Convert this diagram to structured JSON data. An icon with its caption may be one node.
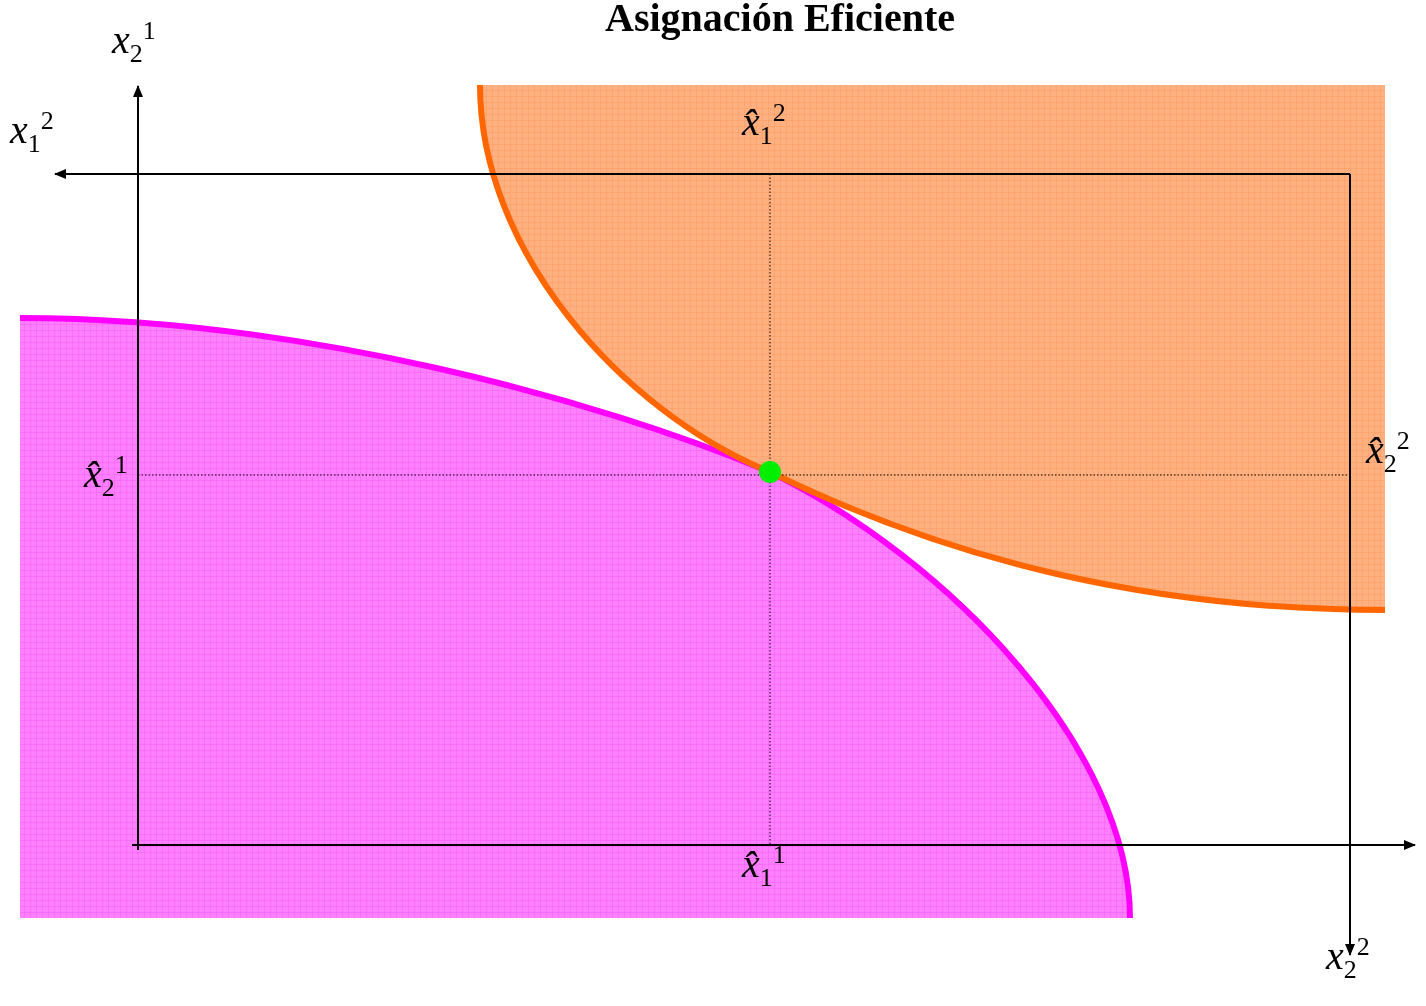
{
  "diagram": {
    "title": "Asignación Eficiente",
    "labels": [
      "x$_{2}$$^{1}$",
      "x$_{1}$$^{2}$",
      "x̂$_{1}$$^{2}$",
      "x̂$_{2}$$^{1}$",
      "x̂$_{2}$$^{2}$",
      "x̂$_{1}$$^{1}$",
      "x$_{2}$$^{2}$"
    ]
  }
}
